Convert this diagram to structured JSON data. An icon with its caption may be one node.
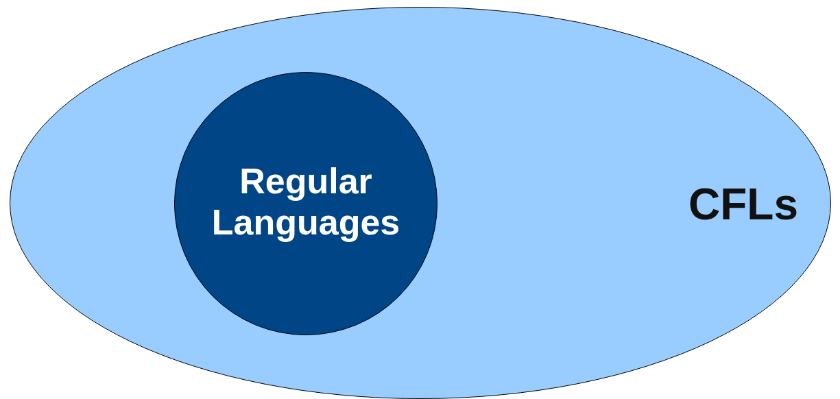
{
  "diagram": {
    "nodes": [
      {
        "text": [
          "CFLs"
        ]
      },
      {
        "text": [
          "Regular Languages"
        ],
        "in": 0
      }
    ]
  }
}
